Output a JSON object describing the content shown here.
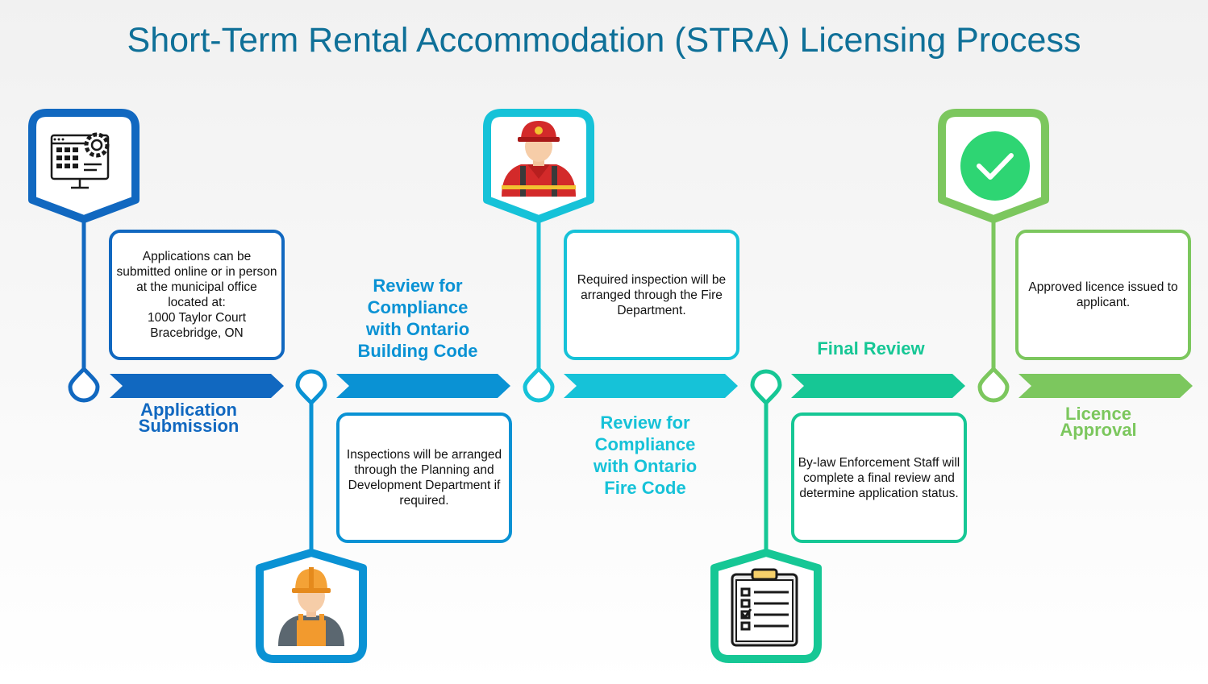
{
  "title": "Short-Term Rental Accommodation (STRA) Licensing Process",
  "colors": {
    "title": "#0f7098",
    "step1": "#1168c0",
    "step2": "#0a92d4",
    "step3": "#16c2d8",
    "step4": "#16c795",
    "step5": "#7cc75e"
  },
  "steps": [
    {
      "label": "Application\nSubmission",
      "description": "Applications can be submitted online or in person at the municipal office located at:\n1000 Taylor Court\nBracebridge, ON",
      "icon": "computer-settings-icon"
    },
    {
      "label": "Review for\nCompliance\nwith Ontario\nBuilding Code",
      "description": "Inspections will be arranged through the Planning and Development Department if required.",
      "icon": "construction-worker-icon"
    },
    {
      "label": "Review for\nCompliance\nwith Ontario\nFire Code",
      "description": "Required inspection will be arranged through the Fire Department.",
      "icon": "firefighter-icon"
    },
    {
      "label": "Final Review",
      "description": "By-law Enforcement Staff will complete a final review and determine application status.",
      "icon": "clipboard-checklist-icon"
    },
    {
      "label": "Licence\nApproval",
      "description": "Approved licence issued to applicant.",
      "icon": "checkmark-circle-icon"
    }
  ]
}
